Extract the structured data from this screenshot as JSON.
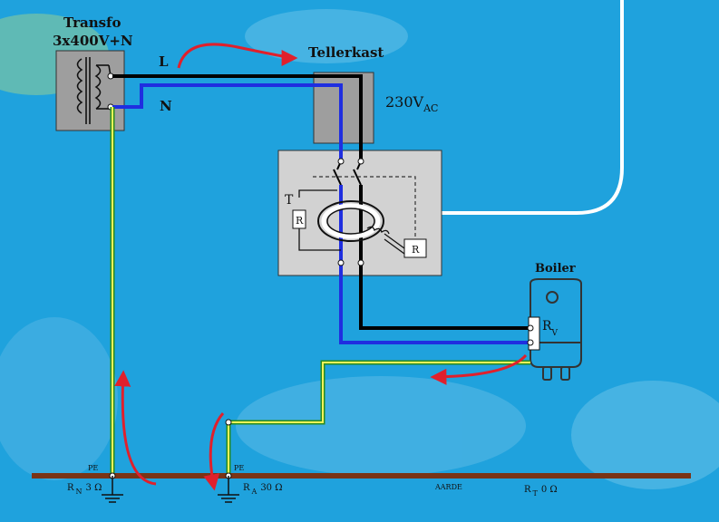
{
  "transformer": {
    "name": "Transfo",
    "rating": "3x400V+N"
  },
  "meter_box": {
    "name": "Tellerkast",
    "voltage": "230V",
    "voltage_sub": "AC"
  },
  "lines": {
    "live": "L",
    "neutral": "N"
  },
  "rcd": {
    "test_label": "T",
    "resistor_label": "R",
    "sense_resistor_label": "R"
  },
  "boiler": {
    "name": "Boiler",
    "leak_resistance": "R",
    "leak_resistance_sub": "V"
  },
  "earth": {
    "label": "AARDE",
    "pe_left": "PE",
    "pe_right": "PE",
    "rn_main": "R",
    "rn_sub": "N",
    "rn_value": "3 Ω",
    "ra_main": "R",
    "ra_sub": "A",
    "ra_value": "30 Ω",
    "rt_main": "R",
    "rt_sub": "T",
    "rt_value": "0 Ω"
  },
  "colors": {
    "background": "#1fa2dd",
    "live_wire": "#000000",
    "neutral_wire": "#1f2ee0",
    "earth_green": "#2a8c1e",
    "earth_yellow": "#f3f35a",
    "earth_bar": "#7a3416",
    "arrow": "#e0202c",
    "box_gray": "#9e9e9e",
    "panel_gray": "#d2d2d2",
    "white_line": "#ffffff"
  }
}
